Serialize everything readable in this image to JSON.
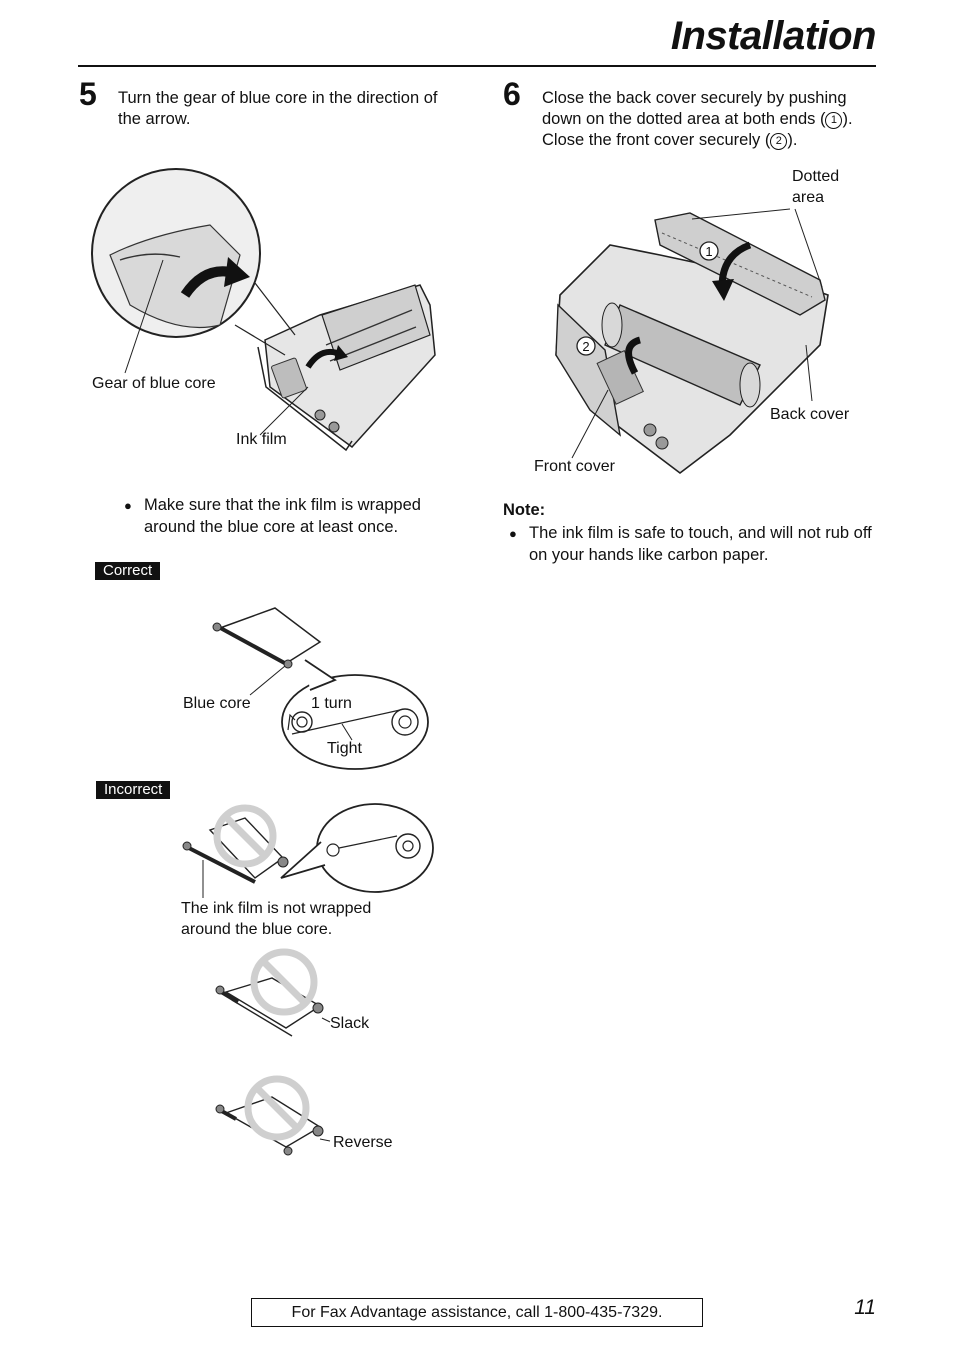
{
  "header": {
    "title": "Installation"
  },
  "step5": {
    "number": "5",
    "text": "Turn the gear of blue core in the direction of the arrow.",
    "labels": {
      "gear": "Gear of blue core",
      "ink_film": "Ink film"
    },
    "bullet": "Make sure that the ink film is wrapped around the blue core at least once.",
    "correct": {
      "tag": "Correct",
      "labels": {
        "blue_core": "Blue core",
        "turn": "1 turn",
        "tight": "Tight"
      }
    },
    "incorrect": {
      "tag": "Incorrect",
      "labels": {
        "not_wrapped": "The ink film is not wrapped around the blue core.",
        "slack": "Slack",
        "reverse": "Reverse"
      }
    }
  },
  "step6": {
    "number": "6",
    "text_part1": "Close the back cover securely by pushing down on the dotted area at both ends (",
    "circle1": "1",
    "text_part2": "). Close the front cover securely (",
    "circle2": "2",
    "text_part3": ").",
    "labels": {
      "dotted_area": "Dotted area",
      "back_cover": "Back cover",
      "front_cover": "Front cover",
      "callout1": "1",
      "callout2": "2"
    }
  },
  "note": {
    "title": "Note:",
    "bullet": "The ink film is safe to touch, and will not rub off on your hands like carbon paper."
  },
  "footer": {
    "assistance": "For Fax Advantage assistance, call 1-800-435-7329.",
    "page_number": "11"
  },
  "icons": {
    "bullet": "●",
    "prohibited": "prohibited-icon",
    "arrow": "curved-arrow-icon"
  }
}
